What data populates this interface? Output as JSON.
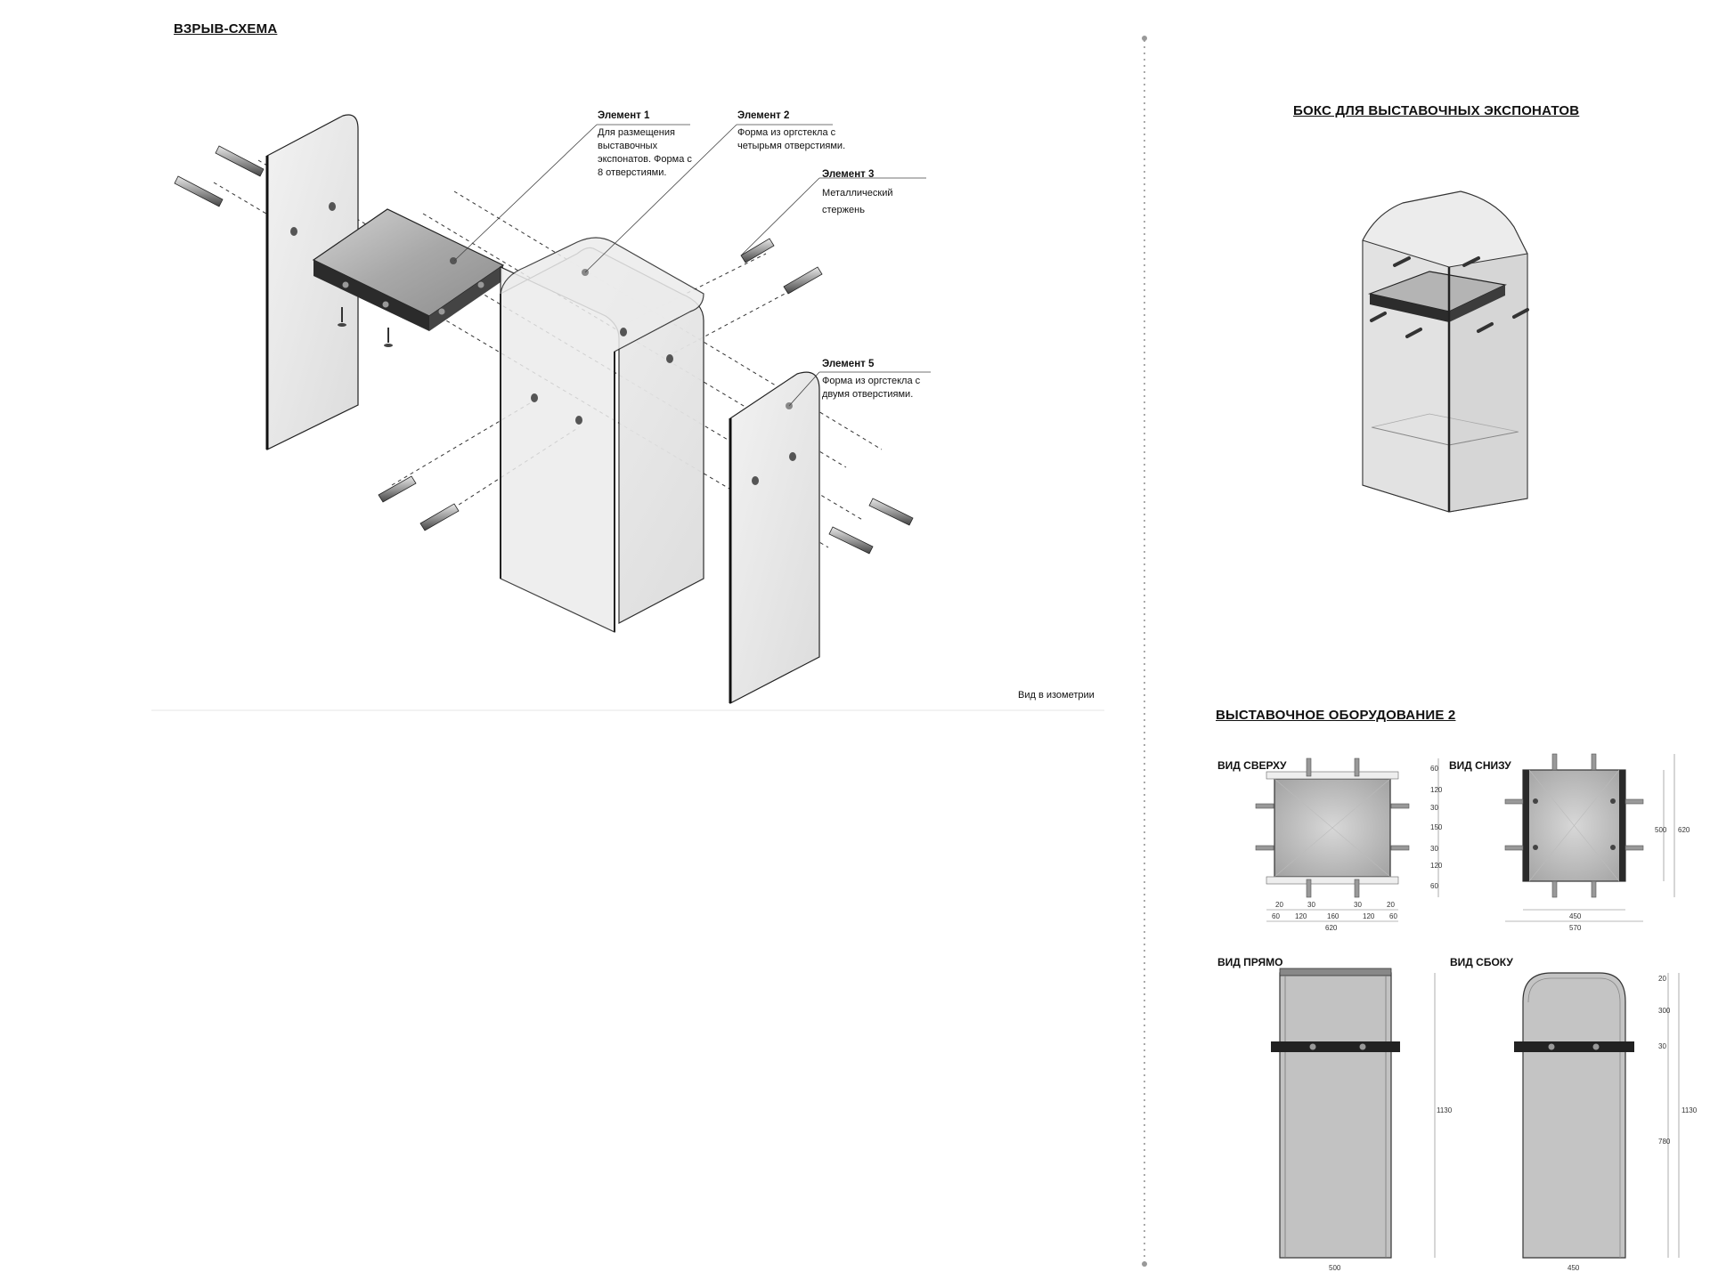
{
  "left": {
    "title": "ВЗРЫВ-СХЕМА",
    "caption": "Вид в изометрии",
    "callouts": [
      {
        "title": "Элемент 1",
        "text": "Для размещения выставочных экспонатов. Форма с 8 отверстиями."
      },
      {
        "title": "Элемент 2",
        "text": "Форма из оргстекла с четырьмя отверстиями."
      },
      {
        "title": "Элемент 3",
        "text": "Металлический стержень"
      },
      {
        "title": "Элемент 5",
        "text": "Форма из оргстекла с двумя отверстиями."
      }
    ]
  },
  "right": {
    "box_title": "БОКС ДЛЯ ВЫСТАВОЧНЫХ ЭКСПОНАТОВ",
    "equip_title": "ВЫСТАВОЧНОЕ ОБОРУДОВАНИЕ 2",
    "views": {
      "top": "ВИД СВЕРХУ",
      "bottom": "ВИД СНИЗУ",
      "front": "ВИД ПРЯМО",
      "side": "ВИД СБОКУ"
    },
    "dims": {
      "top_h": [
        "20",
        "30",
        "30",
        "20"
      ],
      "top_h2": [
        "60",
        "120",
        "160",
        "120",
        "60"
      ],
      "top_total": "620",
      "top_v": [
        "60",
        "120",
        "30",
        "150",
        "30",
        "120",
        "60"
      ],
      "bottom_w1": "450",
      "bottom_w2": "570",
      "bottom_v1": "500",
      "bottom_v2": "620",
      "front_w": "500",
      "front_h": "1130",
      "side_w": "450",
      "side_h": [
        "20",
        "300",
        "30",
        "780"
      ],
      "side_total": "1130"
    }
  }
}
